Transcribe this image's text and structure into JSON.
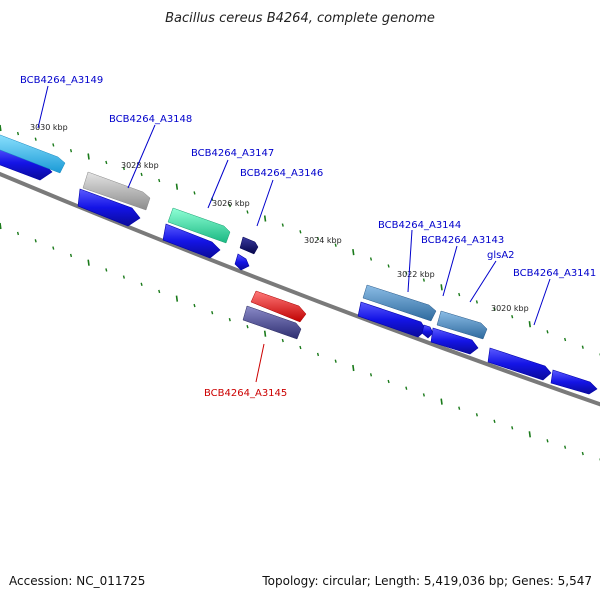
{
  "title": "Bacillus cereus B4264, complete genome",
  "footer": {
    "accession": "Accession: NC_011725",
    "summary": "Topology: circular; Length: 5,419,036 bp; Genes: 5,547"
  },
  "scale_labels": [
    "3030 kbp",
    "3028 kbp",
    "3026 kbp",
    "3024 kbp",
    "3022 kbp",
    "3020 kbp"
  ],
  "genes": [
    {
      "name": "BCB4264_A3149",
      "color": "#0000cc"
    },
    {
      "name": "BCB4264_A3148",
      "color": "#0000cc"
    },
    {
      "name": "BCB4264_A3147",
      "color": "#0000cc"
    },
    {
      "name": "BCB4264_A3146",
      "color": "#0000cc"
    },
    {
      "name": "BCB4264_A3145",
      "color": "#cc0000"
    },
    {
      "name": "BCB4264_A3144",
      "color": "#0000cc"
    },
    {
      "name": "BCB4264_A3143",
      "color": "#0000cc"
    },
    {
      "name": "glsA2",
      "color": "#0000cc"
    },
    {
      "name": "BCB4264_A3141",
      "color": "#0000cc"
    }
  ],
  "colors": {
    "backbone": "#808080",
    "tick": "#1a7a1a",
    "cds_blue": "#1414e6",
    "cog_cyan": "#2ab7ee",
    "cog_grey": "#b8b8b8",
    "cog_teal": "#2ee0a8",
    "cog_navy": "#0a0a70",
    "cog_red": "#ee1010",
    "cog_slate": "#4a4a90",
    "cog_steel": "#4c86b8"
  }
}
